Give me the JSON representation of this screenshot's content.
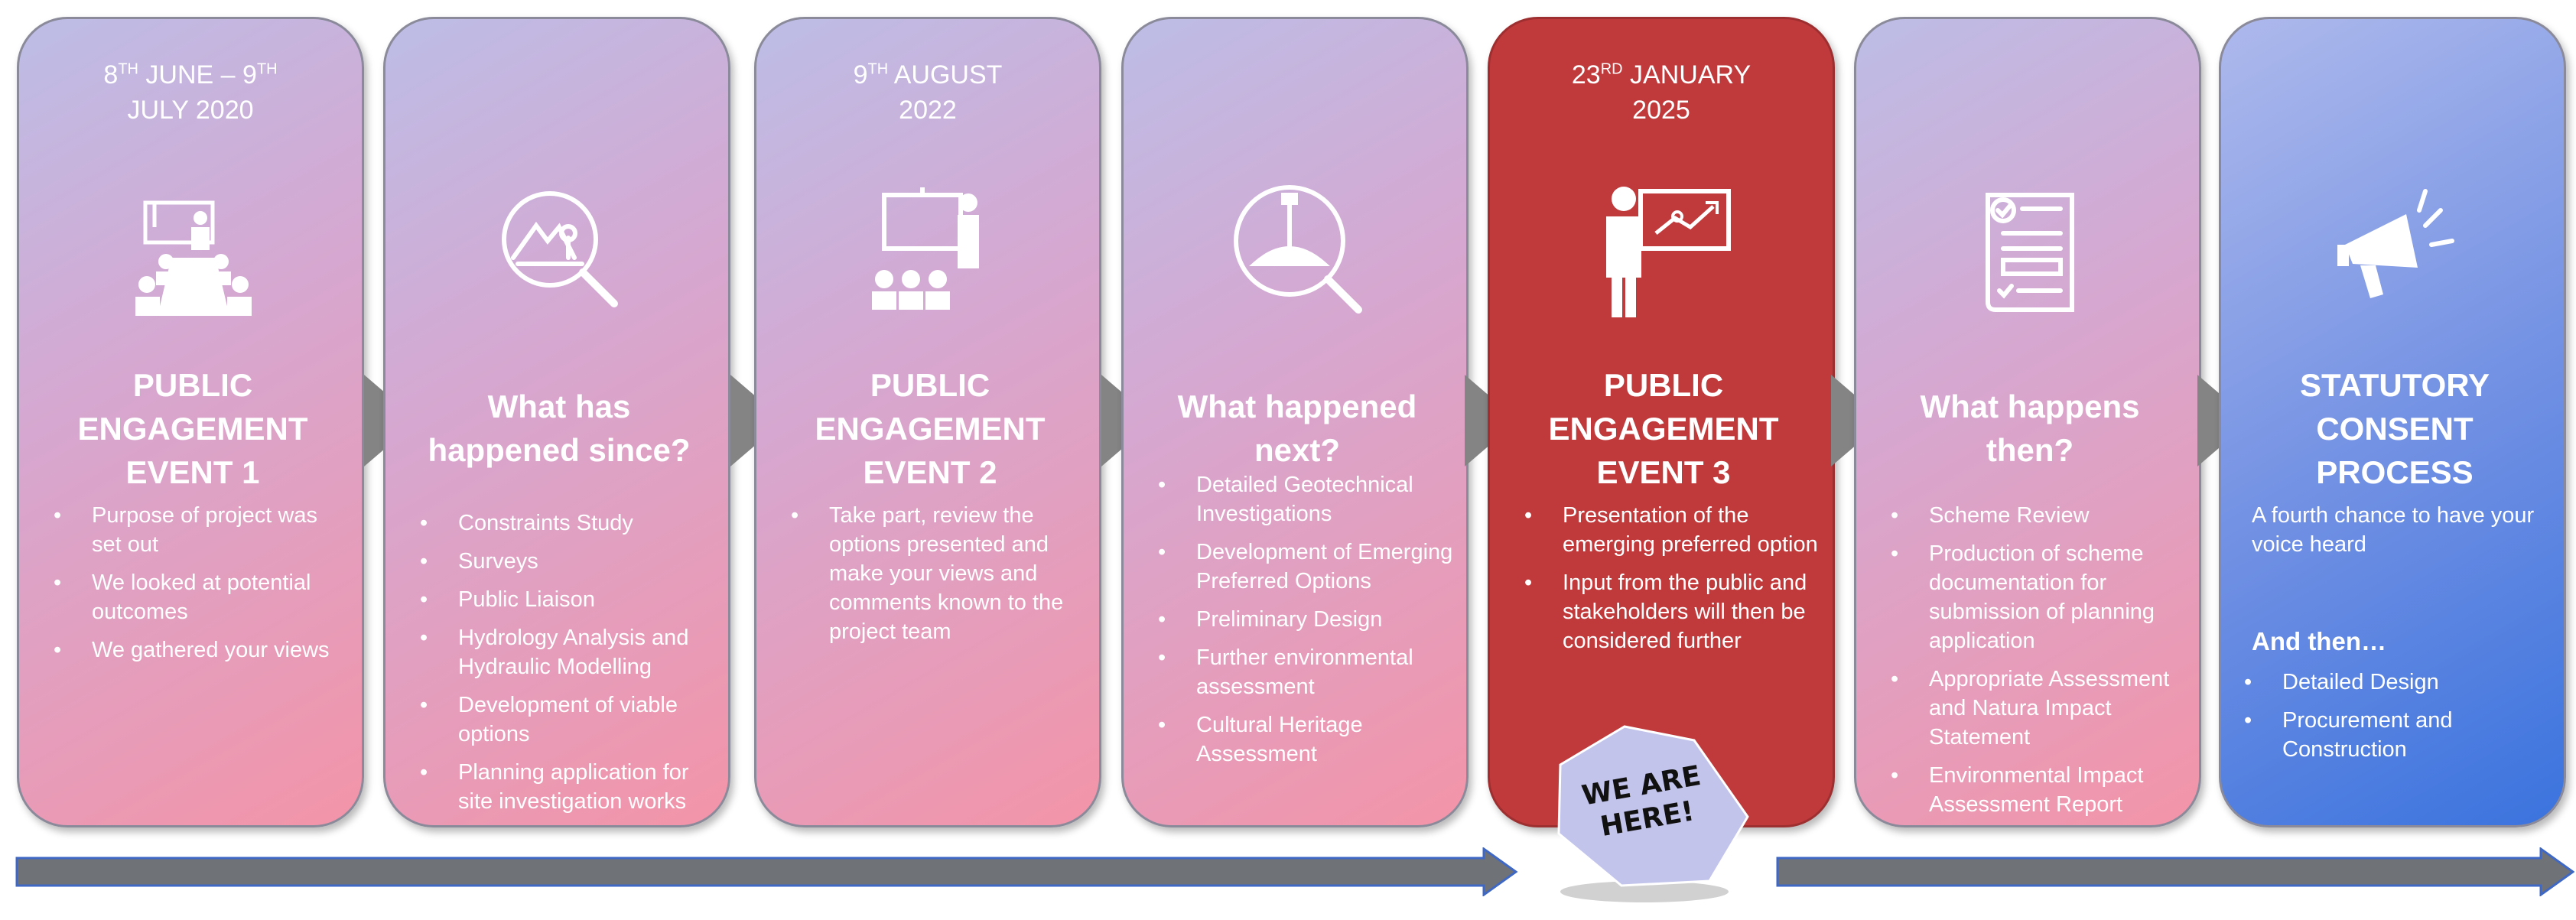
{
  "stages": [
    {
      "date": {
        "l1a": "8",
        "s1": "TH",
        "l1b": " JUNE – 9",
        "s2": "TH",
        "l2": "JULY 2020"
      },
      "title": [
        "PUBLIC",
        "ENGAGEMENT",
        "EVENT 1"
      ],
      "bullets": [
        "Purpose of project was set out",
        "We looked at potential outcomes",
        "We gathered your views"
      ],
      "icon": "meeting-presentation-icon"
    },
    {
      "title": [
        "What has",
        "happened since?"
      ],
      "bullets": [
        "Constraints Study",
        "Surveys",
        "Public Liaison",
        "Hydrology Analysis and Hydraulic Modelling",
        "Development of viable options",
        "Planning application for site investigation works"
      ],
      "icon": "landscape-search-icon"
    },
    {
      "date": {
        "l1a": "9",
        "s1": "TH",
        "l1b": " AUGUST",
        "l2": "2022"
      },
      "title": [
        "PUBLIC",
        "ENGAGEMENT",
        "EVENT 2"
      ],
      "bullets": [
        "Take part, review the options presented and make your views and comments known to the project team"
      ],
      "icon": "audience-presentation-icon"
    },
    {
      "title": [
        "What happened",
        "next?"
      ],
      "bullets": [
        "Detailed Geotechnical Investigations",
        "Development of Emerging Preferred Options",
        "Preliminary Design",
        "Further environmental assessment",
        "Cultural Heritage Assessment"
      ],
      "icon": "ground-investigation-icon"
    },
    {
      "date": {
        "l1a": "23",
        "s1": "RD",
        "l1b": " JANUARY",
        "l2": "2025"
      },
      "title": [
        "PUBLIC",
        "ENGAGEMENT",
        "EVENT 3"
      ],
      "bullets": [
        "Presentation of the emerging preferred option",
        "Input from the public and stakeholders will then be considered further"
      ],
      "icon": "strategy-presentation-icon"
    },
    {
      "title": [
        "What happens",
        "then?"
      ],
      "bullets": [
        "Scheme Review",
        "Production of scheme documentation for submission of planning application",
        "Appropriate Assessment and Natura Impact Statement",
        "Environmental Impact Assessment Report"
      ],
      "icon": "checklist-document-icon"
    },
    {
      "title": [
        "STATUTORY",
        "CONSENT",
        "PROCESS"
      ],
      "intro": "A fourth chance to have your voice heard",
      "subheading": "And then…",
      "bullets": [
        "Detailed Design",
        "Procurement and Construction"
      ],
      "icon": "megaphone-icon"
    }
  ],
  "badge": {
    "line1": "WE ARE",
    "line2": "HERE!"
  },
  "colors": {
    "pink_start": "#bcbde6",
    "pink_end": "#f394a8",
    "current": "#c0393b",
    "blue_end": "#3a73de",
    "arrow": "#848484",
    "badge": "#c3c4ec"
  }
}
